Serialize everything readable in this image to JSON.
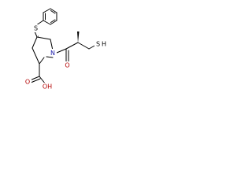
{
  "molecule": {
    "colors": {
      "bond": "#000000",
      "oxygen": "#b30000",
      "nitrogen": "#1a1aa8",
      "sulfur": "#000000"
    },
    "labels": {
      "thioether_s": "S",
      "thiol_s": "S",
      "thiol_h": "H",
      "nitrogen": "N",
      "carbonyl_o": "O",
      "acid_o": "O",
      "acid_oh": "OH"
    }
  }
}
